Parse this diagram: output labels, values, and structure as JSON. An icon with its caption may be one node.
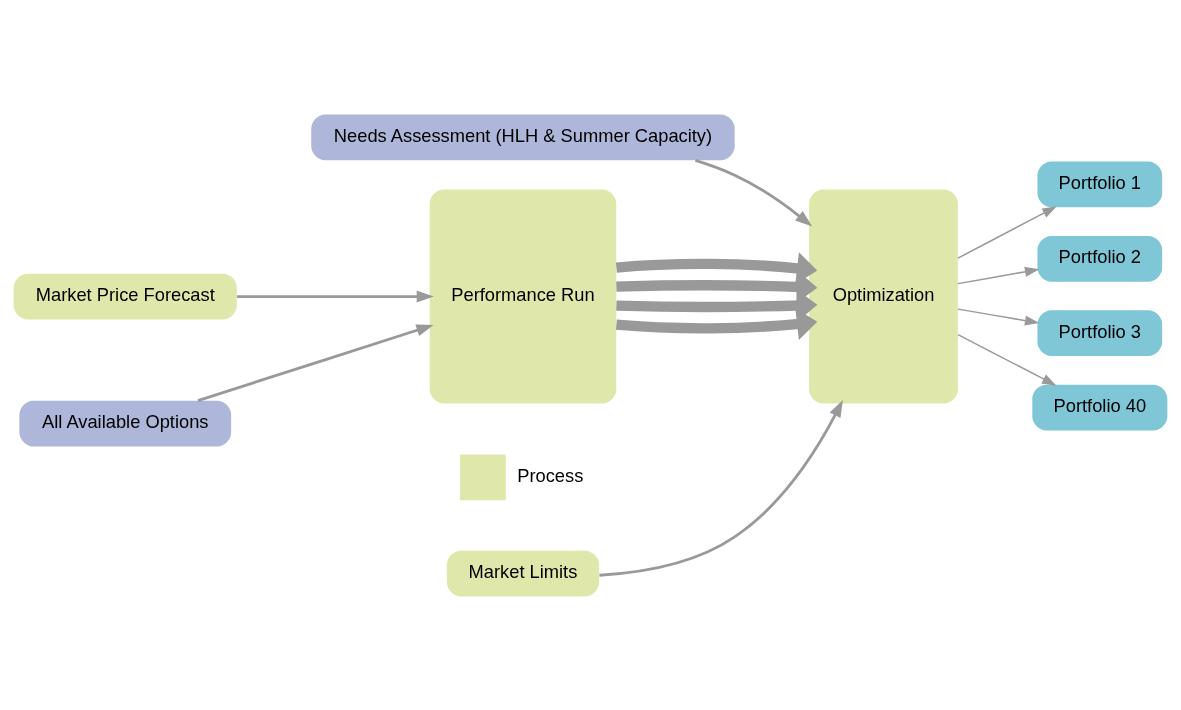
{
  "diagram": {
    "nodes": [
      {
        "text": [
          "Needs Assessment (HLH & Summer Capacity)"
        ]
      },
      {
        "text": [
          "Market Price Forecast"
        ]
      },
      {
        "text": [
          "All Available Options"
        ]
      },
      {
        "text": [
          "Performance Run"
        ]
      },
      {
        "text": [
          "Optimization"
        ]
      },
      {
        "text": [
          "Market Limits"
        ]
      },
      {
        "text": [
          "Portfolio 1"
        ]
      },
      {
        "text": [
          "Portfolio 2"
        ]
      },
      {
        "text": [
          "Portfolio 3"
        ]
      },
      {
        "text": [
          "Portfolio 40"
        ]
      }
    ],
    "edges": [
      {
        "from": 1,
        "to": 3,
        "arrow": "to"
      },
      {
        "from": 2,
        "to": 3,
        "arrow": "to"
      },
      {
        "from": 0,
        "to": 4,
        "arrow": "to"
      },
      {
        "from": 3,
        "to": 4,
        "arrow": "to",
        "style": "thick"
      },
      {
        "from": 3,
        "to": 4,
        "arrow": "to",
        "style": "thick"
      },
      {
        "from": 3,
        "to": 4,
        "arrow": "to",
        "style": "thick"
      },
      {
        "from": 3,
        "to": 4,
        "arrow": "to",
        "style": "thick"
      },
      {
        "from": 5,
        "to": 4,
        "arrow": "to"
      },
      {
        "from": 4,
        "to": 6,
        "arrow": "to"
      },
      {
        "from": 4,
        "to": 7,
        "arrow": "to"
      },
      {
        "from": 4,
        "to": 8,
        "arrow": "to"
      },
      {
        "from": 4,
        "to": 9,
        "arrow": "to"
      }
    ],
    "legend": [
      {
        "text": "Process",
        "color": "#dfe8aa"
      }
    ]
  }
}
